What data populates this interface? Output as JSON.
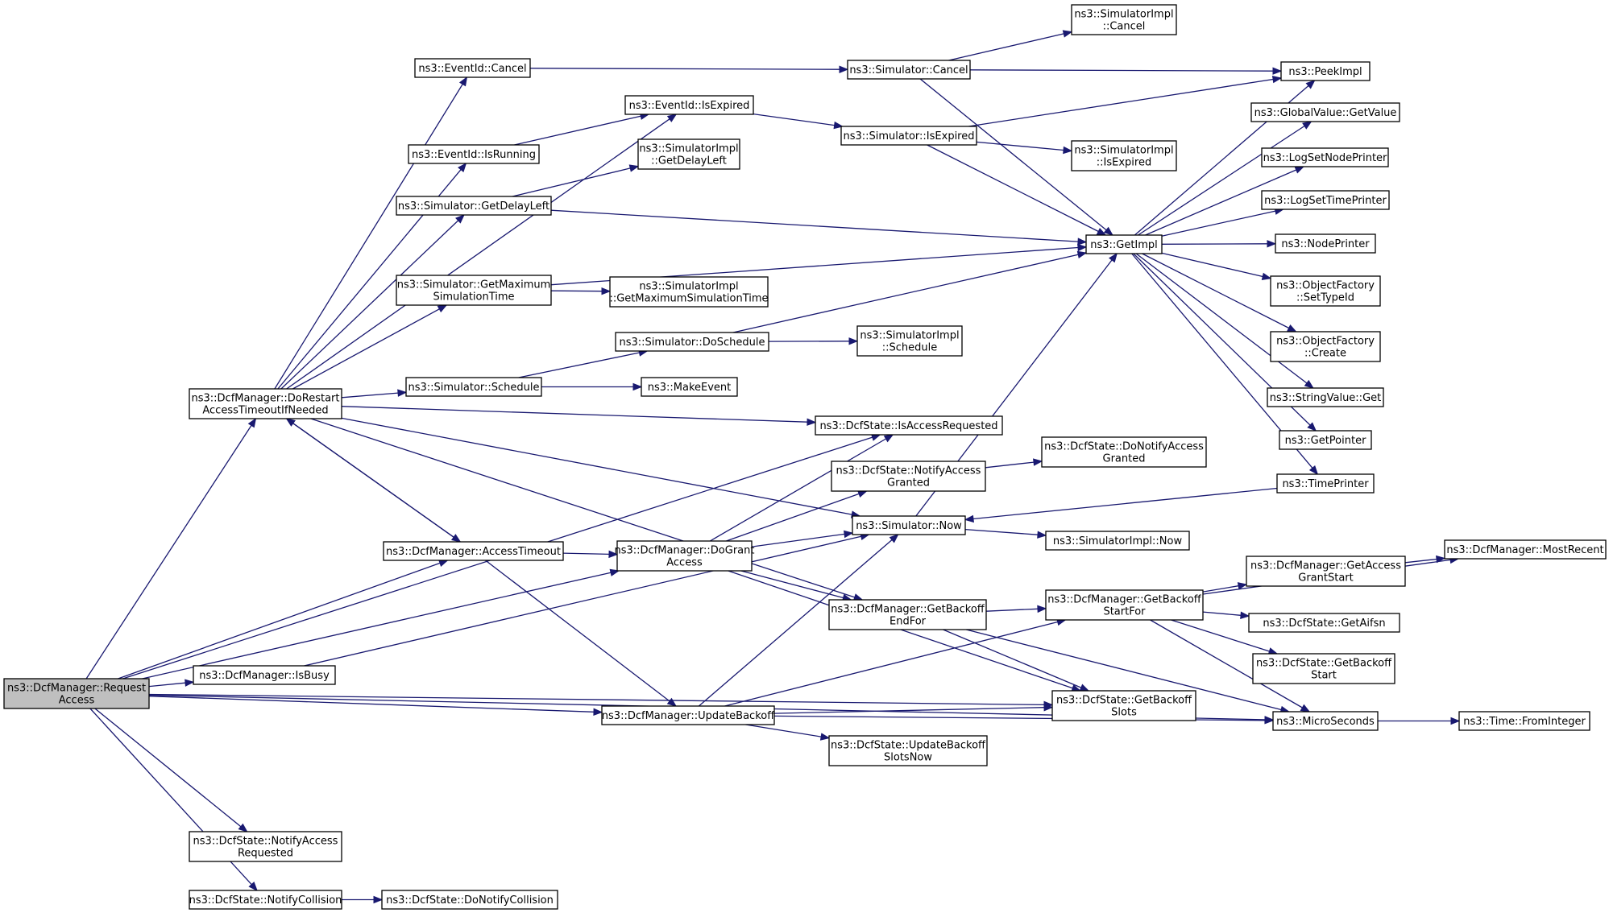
{
  "graph": {
    "edge_color": "#191970",
    "node_border_color": "#000000",
    "external_node_border_color": "#ff0000",
    "focus_node_fill": "#bfbfbf",
    "nodes": [
      {
        "id": "req",
        "lines": [
          "ns3::DcfManager::Request",
          "Access"
        ],
        "style": "focus"
      },
      {
        "id": "dorestart",
        "lines": [
          "ns3::DcfManager::DoRestart",
          "AccessTimeoutIfNeeded"
        ],
        "style": "normal"
      },
      {
        "id": "isbusy",
        "lines": [
          "ns3::DcfManager::IsBusy"
        ],
        "style": "normal"
      },
      {
        "id": "notifyreq",
        "lines": [
          "ns3::DcfState::NotifyAccess",
          "Requested"
        ],
        "style": "normal"
      },
      {
        "id": "notifycol",
        "lines": [
          "ns3::DcfState::NotifyCollision"
        ],
        "style": "normal"
      },
      {
        "id": "donotifycol",
        "lines": [
          "ns3::DcfState::DoNotifyCollision"
        ],
        "style": "normal"
      },
      {
        "id": "evcancel",
        "lines": [
          "ns3::EventId::Cancel"
        ],
        "style": "normal"
      },
      {
        "id": "evisexpired",
        "lines": [
          "ns3::EventId::IsExpired"
        ],
        "style": "normal"
      },
      {
        "id": "evisrunning",
        "lines": [
          "ns3::EventId::IsRunning"
        ],
        "style": "normal"
      },
      {
        "id": "simgetdelay",
        "lines": [
          "ns3::Simulator::GetDelayLeft"
        ],
        "style": "normal"
      },
      {
        "id": "simgetmax",
        "lines": [
          "ns3::Simulator::GetMaximum",
          "SimulationTime"
        ],
        "style": "normal"
      },
      {
        "id": "simschedule",
        "lines": [
          "ns3::Simulator::Schedule"
        ],
        "style": "normal"
      },
      {
        "id": "accesstimeout",
        "lines": [
          "ns3::DcfManager::AccessTimeout"
        ],
        "style": "normal"
      },
      {
        "id": "implgetdelay",
        "lines": [
          "ns3::SimulatorImpl",
          "::GetDelayLeft"
        ],
        "style": "normal"
      },
      {
        "id": "implgetmax",
        "lines": [
          "ns3::SimulatorImpl",
          "::GetMaximumSimulationTime"
        ],
        "style": "normal"
      },
      {
        "id": "simdoschedule",
        "lines": [
          "ns3::Simulator::DoSchedule"
        ],
        "style": "normal"
      },
      {
        "id": "makeevent",
        "lines": [
          "ns3::MakeEvent"
        ],
        "style": "normal"
      },
      {
        "id": "dograntaccess",
        "lines": [
          "ns3::DcfManager::DoGrant",
          "Access"
        ],
        "style": "normal"
      },
      {
        "id": "updatebackoff",
        "lines": [
          "ns3::DcfManager::UpdateBackoff"
        ],
        "style": "normal"
      },
      {
        "id": "simcancel",
        "lines": [
          "ns3::Simulator::Cancel"
        ],
        "style": "normal"
      },
      {
        "id": "simisexpired",
        "lines": [
          "ns3::Simulator::IsExpired"
        ],
        "style": "normal"
      },
      {
        "id": "isaccessreq",
        "lines": [
          "ns3::DcfState::IsAccessRequested"
        ],
        "style": "normal"
      },
      {
        "id": "notifygranted",
        "lines": [
          "ns3::DcfState::NotifyAccess",
          "Granted"
        ],
        "style": "normal"
      },
      {
        "id": "simnow",
        "lines": [
          "ns3::Simulator::Now"
        ],
        "style": "normal"
      },
      {
        "id": "getbackoffendfor",
        "lines": [
          "ns3::DcfManager::GetBackoff",
          "EndFor"
        ],
        "style": "normal"
      },
      {
        "id": "updatebackoffslotsnow",
        "lines": [
          "ns3::DcfState::UpdateBackoff",
          "SlotsNow"
        ],
        "style": "normal"
      },
      {
        "id": "implschedule",
        "lines": [
          "ns3::SimulatorImpl",
          "::Schedule"
        ],
        "style": "normal"
      },
      {
        "id": "implcancel",
        "lines": [
          "ns3::SimulatorImpl",
          "::Cancel"
        ],
        "style": "normal"
      },
      {
        "id": "implisexpired",
        "lines": [
          "ns3::SimulatorImpl",
          "::IsExpired"
        ],
        "style": "normal"
      },
      {
        "id": "getimpl",
        "lines": [
          "ns3::GetImpl"
        ],
        "style": "normal"
      },
      {
        "id": "donotifygranted",
        "lines": [
          "ns3::DcfState::DoNotifyAccess",
          "Granted"
        ],
        "style": "normal"
      },
      {
        "id": "implnow",
        "lines": [
          "ns3::SimulatorImpl::Now"
        ],
        "style": "normal"
      },
      {
        "id": "getbackoffstartfor",
        "lines": [
          "ns3::DcfManager::GetBackoff",
          "StartFor"
        ],
        "style": "normal"
      },
      {
        "id": "getbackoffslots",
        "lines": [
          "ns3::DcfState::GetBackoff",
          "Slots"
        ],
        "style": "normal"
      },
      {
        "id": "peekimpl",
        "lines": [
          "ns3::PeekImpl"
        ],
        "style": "normal"
      },
      {
        "id": "globalvalue",
        "lines": [
          "ns3::GlobalValue::GetValue"
        ],
        "style": "external"
      },
      {
        "id": "logsetnode",
        "lines": [
          "ns3::LogSetNodePrinter"
        ],
        "style": "normal"
      },
      {
        "id": "logsettime",
        "lines": [
          "ns3::LogSetTimePrinter"
        ],
        "style": "external"
      },
      {
        "id": "nodeprinter",
        "lines": [
          "ns3::NodePrinter"
        ],
        "style": "external"
      },
      {
        "id": "ofsettypeid",
        "lines": [
          "ns3::ObjectFactory",
          "::SetTypeId"
        ],
        "style": "external"
      },
      {
        "id": "ofcreate",
        "lines": [
          "ns3::ObjectFactory",
          "::Create"
        ],
        "style": "external"
      },
      {
        "id": "stringvalue",
        "lines": [
          "ns3::StringValue::Get"
        ],
        "style": "normal"
      },
      {
        "id": "getpointer",
        "lines": [
          "ns3::GetPointer"
        ],
        "style": "external"
      },
      {
        "id": "timeprinter",
        "lines": [
          "ns3::TimePrinter"
        ],
        "style": "external"
      },
      {
        "id": "getaccessgrantstart",
        "lines": [
          "ns3::DcfManager::GetAccess",
          "GrantStart"
        ],
        "style": "normal"
      },
      {
        "id": "getaifsn",
        "lines": [
          "ns3::DcfState::GetAifsn"
        ],
        "style": "normal"
      },
      {
        "id": "getbackoffstart",
        "lines": [
          "ns3::DcfState::GetBackoff",
          "Start"
        ],
        "style": "normal"
      },
      {
        "id": "microseconds",
        "lines": [
          "ns3::MicroSeconds"
        ],
        "style": "normal"
      },
      {
        "id": "mostrecent",
        "lines": [
          "ns3::DcfManager::MostRecent"
        ],
        "style": "external"
      },
      {
        "id": "fromint",
        "lines": [
          "ns3::Time::FromInteger"
        ],
        "style": "external"
      }
    ],
    "edges": [
      [
        "req",
        "dorestart"
      ],
      [
        "req",
        "isbusy"
      ],
      [
        "req",
        "notifyreq"
      ],
      [
        "req",
        "notifycol"
      ],
      [
        "req",
        "accesstimeout"
      ],
      [
        "req",
        "dograntaccess"
      ],
      [
        "req",
        "updatebackoff"
      ],
      [
        "req",
        "isaccessreq"
      ],
      [
        "req",
        "getbackoffslots"
      ],
      [
        "req",
        "microseconds"
      ],
      [
        "notifycol",
        "donotifycol"
      ],
      [
        "dorestart",
        "evcancel"
      ],
      [
        "dorestart",
        "evisexpired"
      ],
      [
        "dorestart",
        "evisrunning"
      ],
      [
        "dorestart",
        "simgetdelay"
      ],
      [
        "dorestart",
        "simgetmax"
      ],
      [
        "dorestart",
        "simschedule"
      ],
      [
        "dorestart",
        "accesstimeout"
      ],
      [
        "dorestart",
        "isaccessreq"
      ],
      [
        "dorestart",
        "simnow"
      ],
      [
        "dorestart",
        "getbackoffendfor"
      ],
      [
        "accesstimeout",
        "dorestart"
      ],
      [
        "accesstimeout",
        "dograntaccess"
      ],
      [
        "accesstimeout",
        "updatebackoff"
      ],
      [
        "isbusy",
        "simnow"
      ],
      [
        "evcancel",
        "simcancel"
      ],
      [
        "evisexpired",
        "simisexpired"
      ],
      [
        "evisrunning",
        "evisexpired"
      ],
      [
        "simgetdelay",
        "implgetdelay"
      ],
      [
        "simgetdelay",
        "getimpl"
      ],
      [
        "simgetmax",
        "implgetmax"
      ],
      [
        "simgetmax",
        "getimpl"
      ],
      [
        "simschedule",
        "simdoschedule"
      ],
      [
        "simschedule",
        "makeevent"
      ],
      [
        "simdoschedule",
        "implschedule"
      ],
      [
        "simdoschedule",
        "getimpl"
      ],
      [
        "simcancel",
        "implcancel"
      ],
      [
        "simcancel",
        "peekimpl"
      ],
      [
        "simcancel",
        "getimpl"
      ],
      [
        "simisexpired",
        "implisexpired"
      ],
      [
        "simisexpired",
        "peekimpl"
      ],
      [
        "simisexpired",
        "getimpl"
      ],
      [
        "dograntaccess",
        "isaccessreq"
      ],
      [
        "dograntaccess",
        "notifygranted"
      ],
      [
        "dograntaccess",
        "simnow"
      ],
      [
        "dograntaccess",
        "getbackoffendfor"
      ],
      [
        "dograntaccess",
        "getbackoffslots"
      ],
      [
        "notifygranted",
        "donotifygranted"
      ],
      [
        "simnow",
        "getimpl"
      ],
      [
        "simnow",
        "implnow"
      ],
      [
        "getbackoffendfor",
        "getbackoffstartfor"
      ],
      [
        "getbackoffendfor",
        "getbackoffslots"
      ],
      [
        "getbackoffendfor",
        "microseconds"
      ],
      [
        "updatebackoff",
        "simnow"
      ],
      [
        "updatebackoff",
        "getbackoffstartfor"
      ],
      [
        "updatebackoff",
        "getbackoffslots"
      ],
      [
        "updatebackoff",
        "updatebackoffslotsnow"
      ],
      [
        "updatebackoff",
        "microseconds"
      ],
      [
        "getbackoffstartfor",
        "getaccessgrantstart"
      ],
      [
        "getbackoffstartfor",
        "getaifsn"
      ],
      [
        "getbackoffstartfor",
        "getbackoffstart"
      ],
      [
        "getbackoffstartfor",
        "microseconds"
      ],
      [
        "getbackoffstartfor",
        "mostrecent"
      ],
      [
        "getaccessgrantstart",
        "mostrecent"
      ],
      [
        "getimpl",
        "peekimpl"
      ],
      [
        "getimpl",
        "globalvalue"
      ],
      [
        "getimpl",
        "logsetnode"
      ],
      [
        "getimpl",
        "logsettime"
      ],
      [
        "getimpl",
        "nodeprinter"
      ],
      [
        "getimpl",
        "ofsettypeid"
      ],
      [
        "getimpl",
        "ofcreate"
      ],
      [
        "getimpl",
        "stringvalue"
      ],
      [
        "getimpl",
        "getpointer"
      ],
      [
        "getimpl",
        "timeprinter"
      ],
      [
        "timeprinter",
        "simnow"
      ],
      [
        "microseconds",
        "fromint"
      ]
    ]
  }
}
